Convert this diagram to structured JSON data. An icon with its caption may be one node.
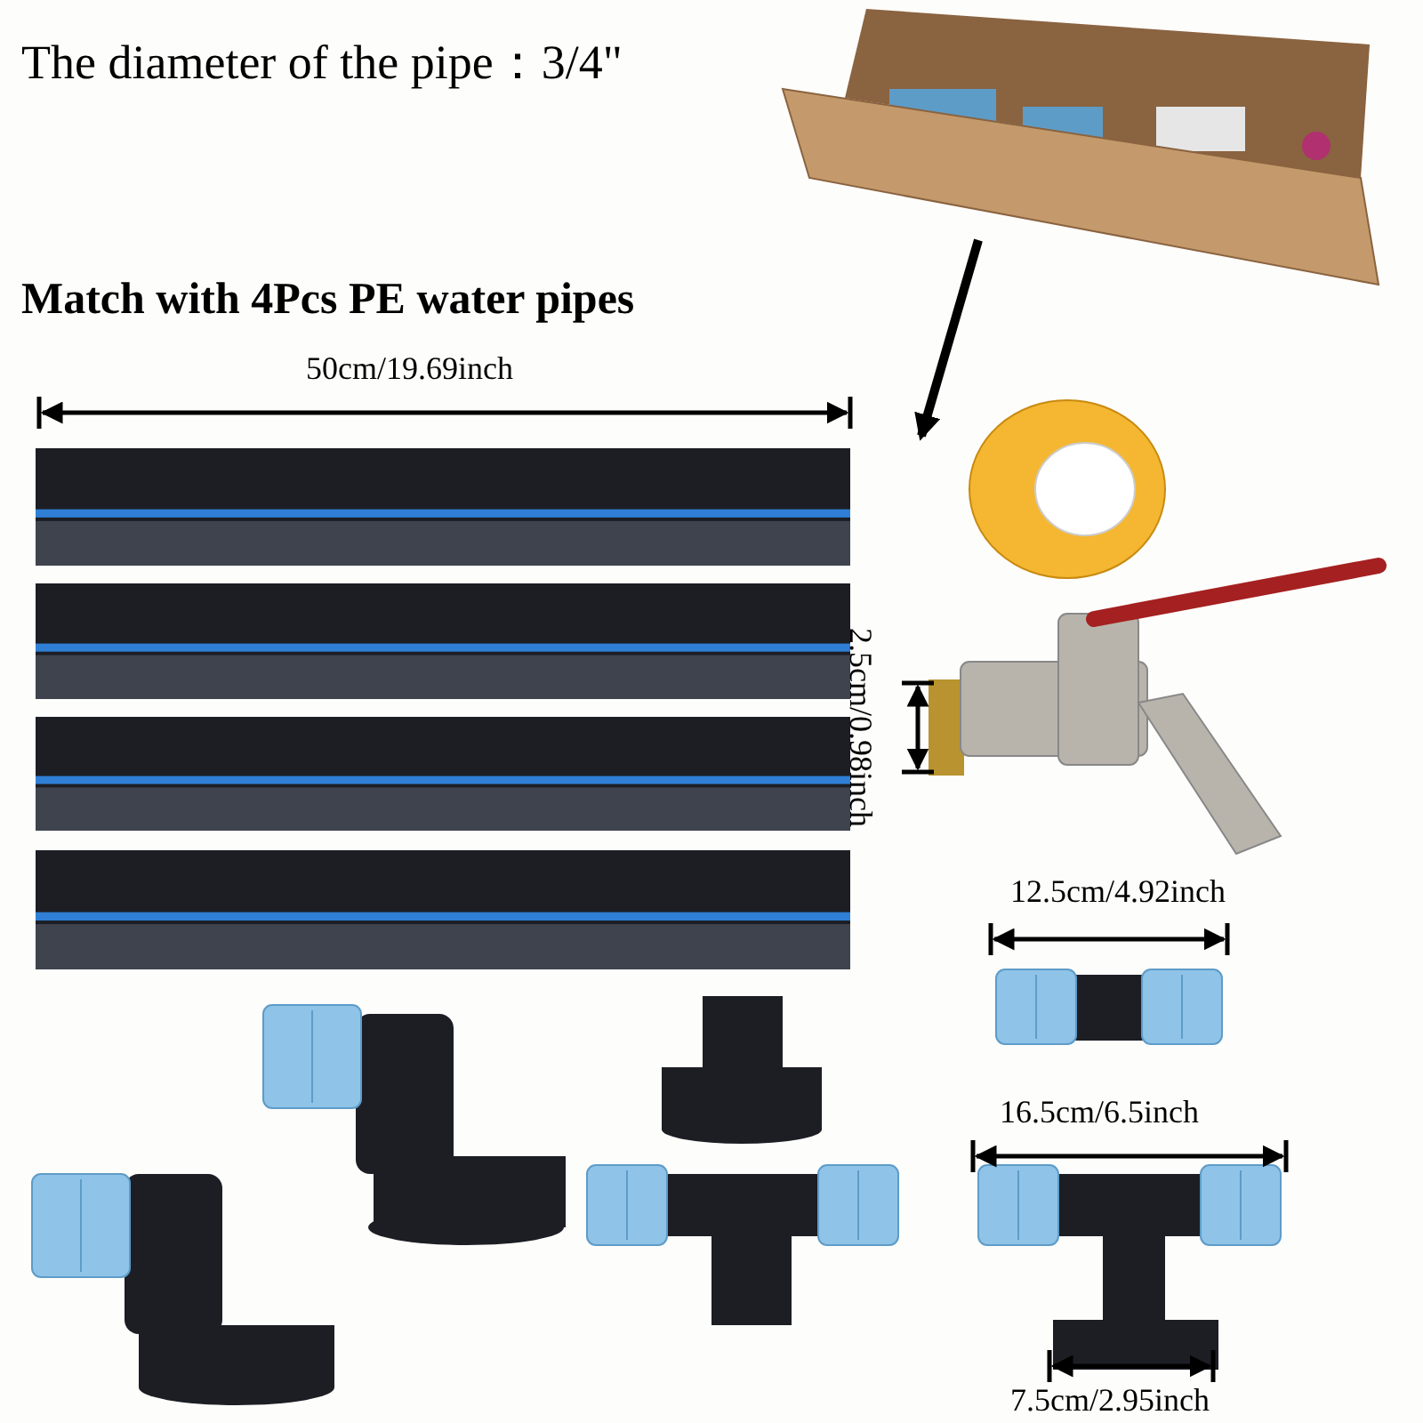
{
  "diagram": {
    "title": "The diameter of the pipe：3/4\"",
    "labels": [
      "Match with 4Pcs PE water pipes",
      "50cm/19.69inch",
      "2.5cm/0.98inch",
      "12.5cm/4.92inch",
      "16.5cm/6.5inch",
      "7.5cm/2.95inch"
    ]
  }
}
